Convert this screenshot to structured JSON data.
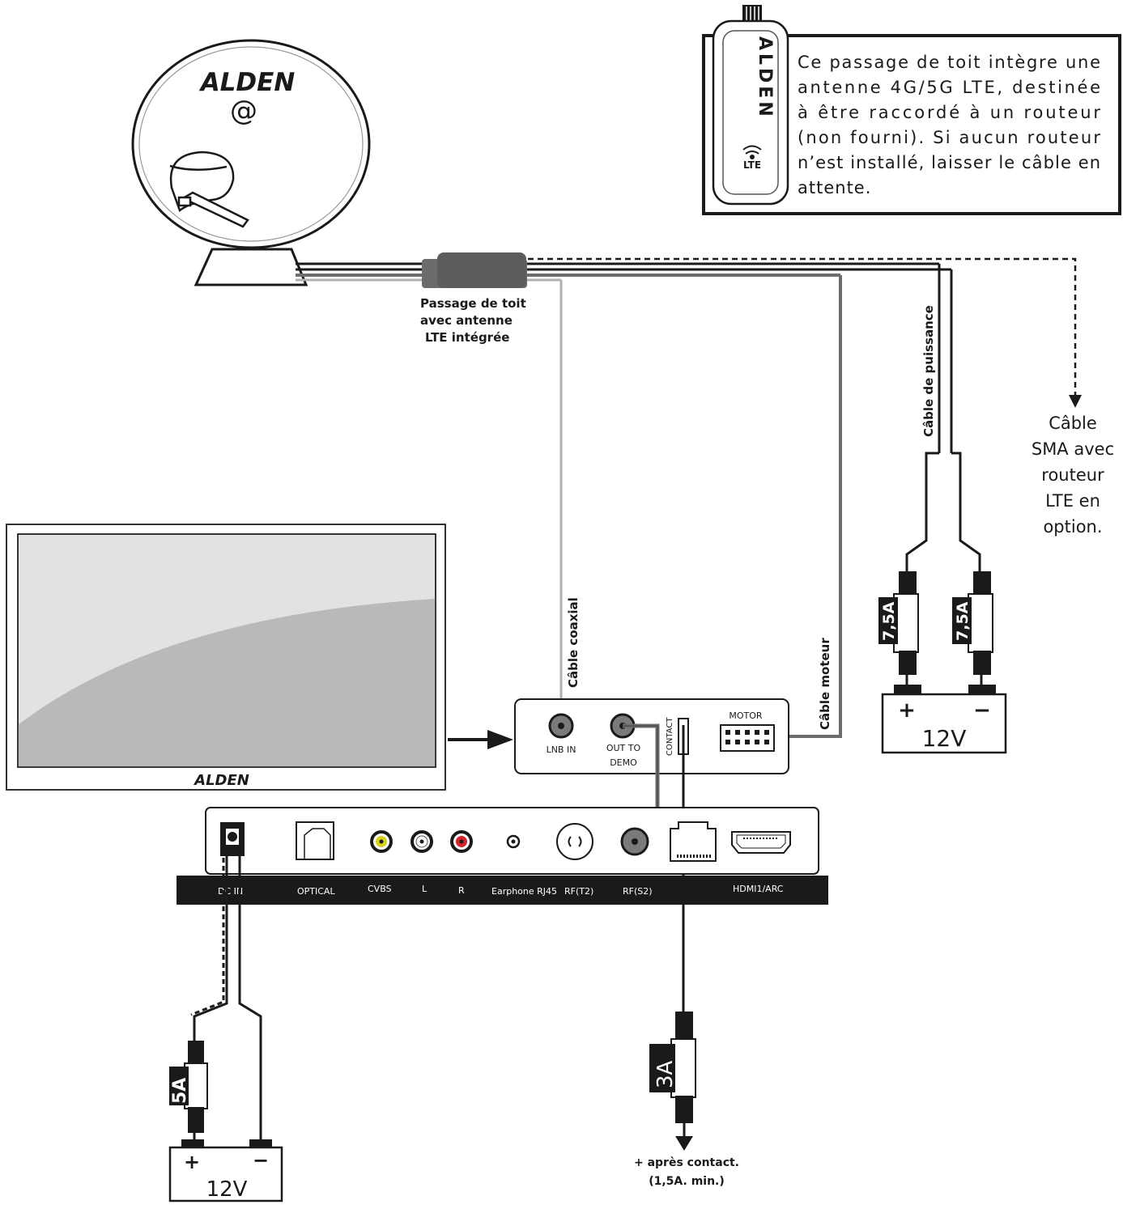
{
  "note": {
    "lines": [
      "Ce passage de toit intègre une",
      "antenne 4G/5G LTE, destinée",
      "à être raccordé à un routeur",
      "(non fourni). Si aucun routeur",
      "n’est installé, laisser le câble en",
      "attente."
    ]
  },
  "lte_module": {
    "brand": "ALDEN",
    "badge": "LTE"
  },
  "dish": {
    "brand": "ALDEN",
    "symbol": "@"
  },
  "roof_passage": {
    "lines": [
      "Passage de toit",
      "avec antenne",
      "LTE intégrée"
    ]
  },
  "cables": {
    "coax": "Câble coaxial",
    "motor": "Câble moteur",
    "power": "Câble de puissance",
    "sma": [
      "Câble",
      "SMA avec",
      "routeur",
      "LTE en",
      "option."
    ]
  },
  "controller": {
    "lnb_in": "LNB IN",
    "out_to": "OUT TO",
    "demo": "DEMO",
    "contact": "CONTACT",
    "motor": "MOTOR"
  },
  "tv": {
    "brand": "ALDEN",
    "ports": {
      "dc_in": "DC IN",
      "optical": "OPTICAL",
      "cvbs": "CVBS",
      "l": "L",
      "r": "R",
      "earphone": "Earphone RJ45",
      "rf_t2": "RF(T2)",
      "rf_s2": "RF(S2)",
      "hdmi": "HDMI1/ARC"
    }
  },
  "fuses": {
    "power_left": "7,5A",
    "power_right": "7,5A",
    "dc": "5A",
    "contact": "3A"
  },
  "batteries": {
    "main": {
      "plus": "+",
      "minus": "−",
      "voltage": "12V"
    },
    "tv": {
      "plus": "+",
      "minus": "−",
      "voltage": "12V"
    }
  },
  "contact_note": [
    "+ après contact.",
    "(1,5A. min.)"
  ],
  "colors": {
    "ink": "#1a1a1a",
    "cable_gray": "#6d6d6d",
    "coax_gray": "#b0b0b0",
    "screen_light": "#e2e2e2",
    "screen_dark": "#b9b9b9",
    "cvbs_yellow": "#d7d21e",
    "r_red": "#d8232a"
  }
}
